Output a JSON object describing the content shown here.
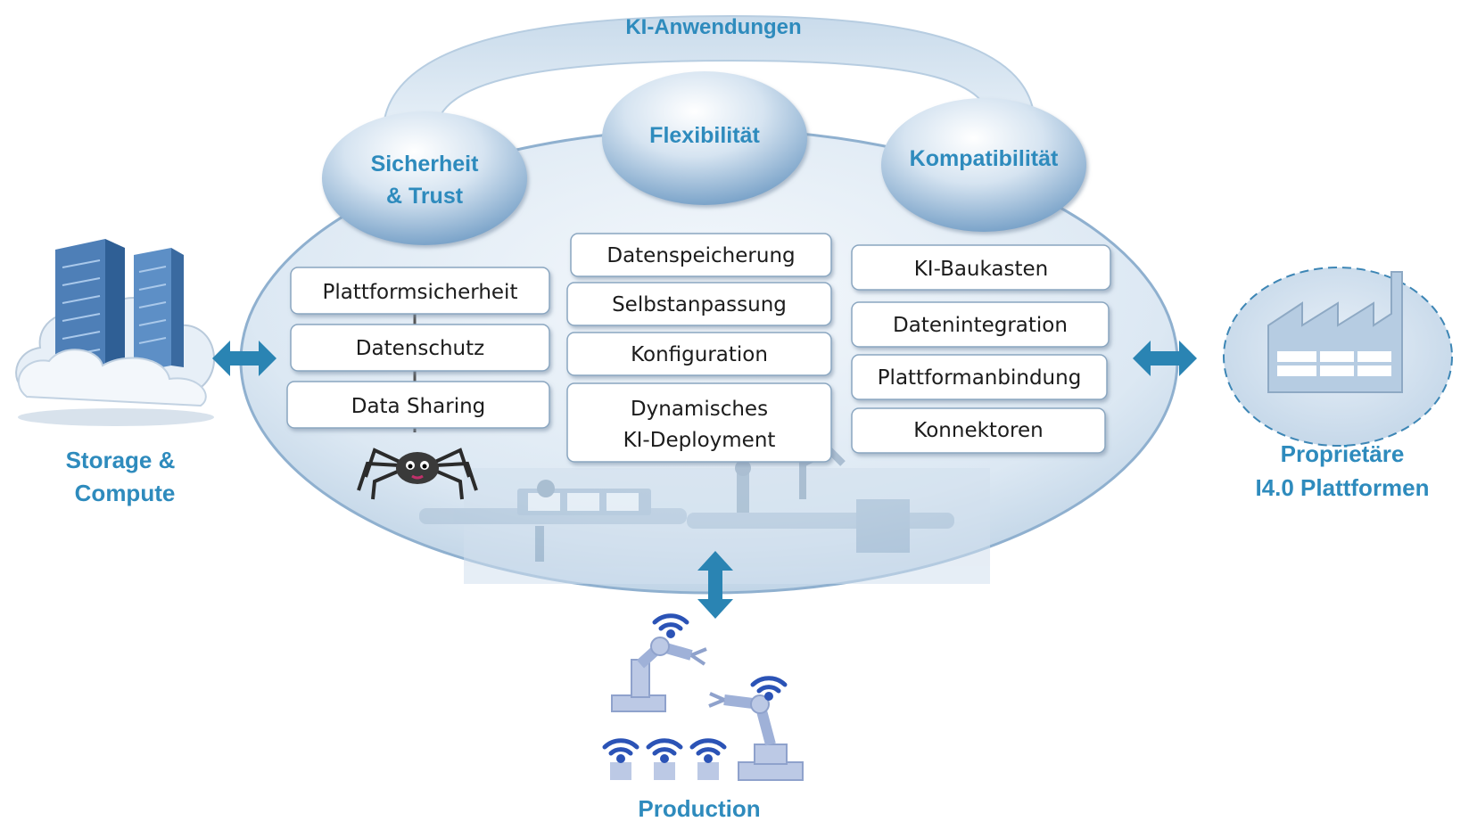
{
  "top_arc": {
    "label": "KI-Anwendungen"
  },
  "bubbles": {
    "security": {
      "line1": "Sicherheit",
      "line2": "& Trust"
    },
    "flexibility": {
      "label": "Flexibilität"
    },
    "compatibility": {
      "label": "Kompatibilität"
    }
  },
  "columns": {
    "left": [
      "Plattformsicherheit",
      "Datenschutz",
      "Data Sharing"
    ],
    "middle": [
      "Datenspeicherung",
      "Selbstanpassung",
      "Konfiguration"
    ],
    "middle_multi": {
      "line1": "Dynamisches",
      "line2": "KI-Deployment"
    },
    "right": [
      "KI-Baukasten",
      "Datenintegration",
      "Plattformanbindung",
      "Konnektoren"
    ]
  },
  "side_labels": {
    "storage": {
      "line1": "Storage &",
      "line2": "Compute"
    },
    "proprietary": {
      "line1": "Proprietäre",
      "line2": "I4.0 Plattformen"
    },
    "production": {
      "label": "Production"
    }
  },
  "icons": [
    "server-cloud-icon",
    "factory-icon",
    "spider-icon",
    "robot-arm-icon",
    "wifi-icon",
    "double-arrow-icon"
  ],
  "colors": {
    "accent": "#2e8bbd",
    "arrow": "#2a84b3",
    "ellipse_fill": "#dbe7f2",
    "bubble_fill": "#b5cde3"
  }
}
